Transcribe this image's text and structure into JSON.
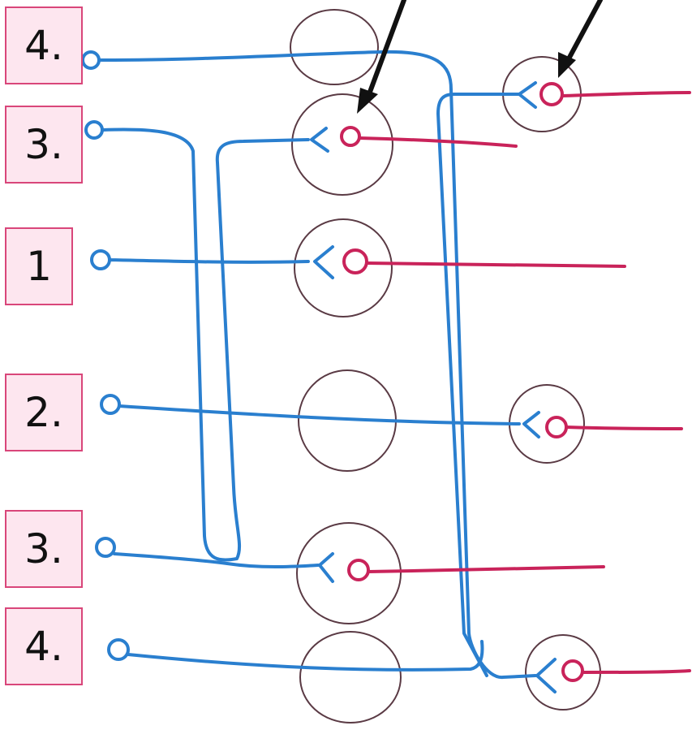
{
  "labels": {
    "row1": "4.",
    "row2": "3.",
    "row3": "1",
    "row4": "2.",
    "row5": "3.",
    "row6": "4."
  },
  "colors": {
    "axon": "#2a7fcf",
    "output": "#c9235a",
    "cell_outline": "#5a3a44",
    "label_fill": "#fde6ef",
    "label_border": "#d9467a"
  }
}
